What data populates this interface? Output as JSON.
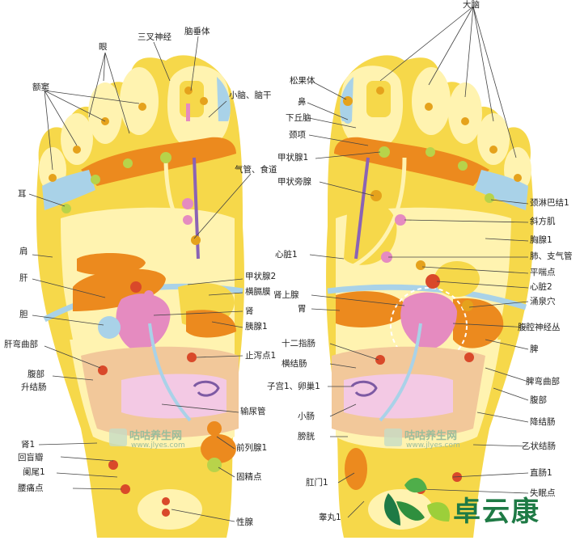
{
  "left_foot_labels": {
    "eye": "眼",
    "trigeminal": "三叉神经",
    "pituitary": "脑垂体",
    "sinus": "额窦",
    "cerebellum": "小脑、脑干",
    "ear": "耳",
    "trachea": "气管、食道",
    "shoulder": "肩",
    "parathyroid2": "甲状腺2",
    "liver": "肝",
    "diaphragm": "横膈膜",
    "gallbladder": "胆",
    "kidney": "肾",
    "pancreas1": "胰腺1",
    "liver_flexure": "肝弯曲部",
    "antidiarrhea": "止泻点1",
    "abdomen": "腹部",
    "ascending_colon": "升结肠",
    "ureter": "输尿管",
    "kidney1": "肾1",
    "ileocecal": "回盲瓣",
    "appendix": "阑尾1",
    "prostate1": "前列腺1",
    "back_pain": "腰痛点",
    "sperm_point": "固精点",
    "gonad": "性腺"
  },
  "right_foot_labels": {
    "cerebrum": "大脑",
    "pineal": "松果体",
    "nose": "鼻",
    "hypothalamus": "下丘脑",
    "neck": "颈项",
    "thyroid1": "甲状腺1",
    "parathyroid": "甲状旁腺",
    "neck_lymph": "颈淋巴结1",
    "trapezius": "斜方肌",
    "breast": "胸腺1",
    "lung": "肺、支气管",
    "heart1": "心脏1",
    "asthma_point": "平喘点",
    "heart2": "心脏2",
    "adrenal": "肾上腺",
    "yongquan": "涌泉穴",
    "stomach": "胃",
    "celiac_plexus": "腹腔神经丛",
    "spleen": "脾",
    "duodenum": "十二指肠",
    "splenic_flexure": "脾弯曲部",
    "transverse_colon": "横结肠",
    "uterus": "子宫1、卵巢1",
    "abdomen": "腹部",
    "small_intestine": "小肠",
    "descending_colon": "降结肠",
    "bladder": "膀胱",
    "sigmoid": "乙状结肠",
    "anus": "肛门1",
    "rectum": "直肠1",
    "insomnia": "失眠点",
    "testis": "睾丸1"
  },
  "watermark": {
    "left_cn": "咕咕养生网",
    "left_url": "www.jlyes.com",
    "right_cn": "咕咕养生网",
    "right_url": "www.jlyes.com"
  },
  "brand": {
    "name": "卓云康",
    "color": "#1e7a45"
  },
  "colors": {
    "foot_yellow": "#f6d84a",
    "pale_yellow": "#fff3b0",
    "orange": "#ec8a1e",
    "light_blue": "#a9d2e8",
    "pink": "#e58bc0",
    "colon_tan": "#f2c89a",
    "intestine_pink": "#f3c9e4",
    "point_red": "#d9492a"
  }
}
